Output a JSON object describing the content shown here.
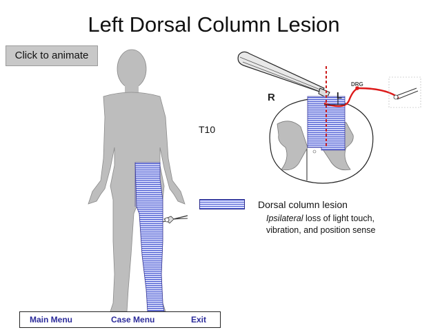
{
  "slide": {
    "title": "Left Dorsal Column  Lesion"
  },
  "controls": {
    "animate_label": "Click to animate"
  },
  "spinal_cord": {
    "level_label": "T10",
    "right_label": "R",
    "left_label": "L",
    "drg_label": "DRG"
  },
  "legend": {
    "title": "Dorsal column lesion",
    "desc_italic": "Ipsilateral",
    "desc_rest": " loss of light touch, vibration, and position sense"
  },
  "menu": {
    "main": "Main Menu",
    "case": "Case Menu",
    "exit": "Exit"
  },
  "colors": {
    "lesion_blue": "#4a5ad0",
    "body_gray": "#bdbdbd",
    "pathway_red": "#dd1a1a",
    "menu_blue": "#2b2b9a"
  }
}
